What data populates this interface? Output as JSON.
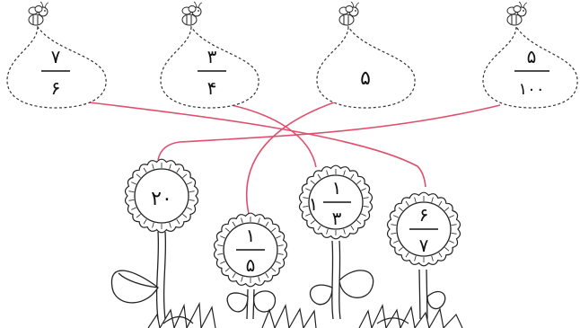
{
  "drops": [
    {
      "id": "drop-1",
      "numerator": "۷",
      "denominator": "۶"
    },
    {
      "id": "drop-2",
      "numerator": "۳",
      "denominator": "۴"
    },
    {
      "id": "drop-3",
      "whole": "۵"
    },
    {
      "id": "drop-4",
      "numerator": "۵",
      "denominator": "۱۰۰"
    }
  ],
  "flowers": [
    {
      "id": "flower-1",
      "whole": "۲۰"
    },
    {
      "id": "flower-2",
      "numerator": "۱",
      "denominator": "۵"
    },
    {
      "id": "flower-3",
      "whole": "۱",
      "numerator": "۱",
      "denominator": "۳"
    },
    {
      "id": "flower-4",
      "numerator": "۶",
      "denominator": "۷"
    }
  ],
  "colors": {
    "connector": "#e0506e",
    "ink": "#111111",
    "dashed": "#333333"
  },
  "icons": [
    "bee-icon",
    "flower-icon",
    "leaf-icon",
    "grass-icon"
  ]
}
